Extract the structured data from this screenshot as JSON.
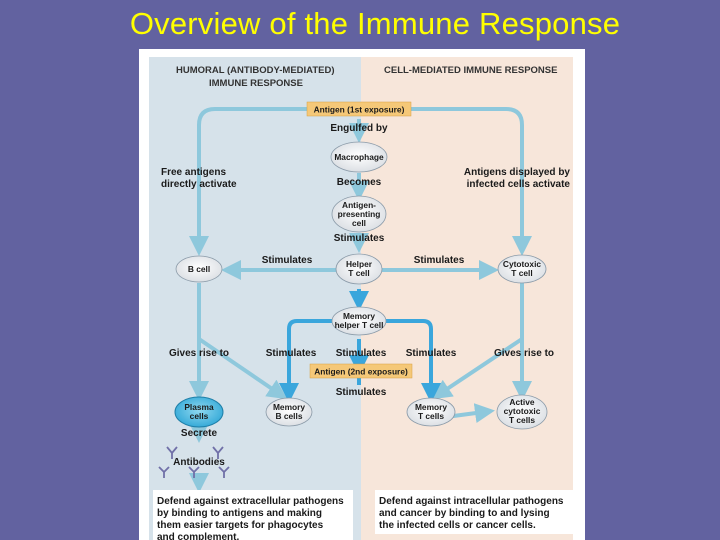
{
  "slide": {
    "title": "Overview of the Immune Response"
  },
  "diagram": {
    "humoral_header": {
      "line1": "HUMORAL (ANTIBODY-MEDIATED)",
      "line2": "IMMUNE RESPONSE"
    },
    "cell_header": "CELL-MEDIATED IMMUNE RESPONSE",
    "antigen_first": "Antigen (1st exposure)",
    "engulfed_by": "Engulfed by",
    "macrophage": "Macrophage",
    "becomes": "Becomes",
    "apc": {
      "line1": "Antigen-",
      "line2": "presenting",
      "line3": "cell"
    },
    "stimulates_apc": "Stimulates",
    "free_antigens": {
      "line1": "Free antigens",
      "line2": "directly activate"
    },
    "antigens_displayed": {
      "line1": "Antigens displayed by",
      "line2": "infected cells activate"
    },
    "b_cell": "B cell",
    "stimulates_left": "Stimulates",
    "stimulates_right": "Stimulates",
    "helper_t": {
      "line1": "Helper",
      "line2": "T cell"
    },
    "cytotoxic_t": {
      "line1": "Cytotoxic",
      "line2": "T cell"
    },
    "memory_helper": {
      "line1": "Memory",
      "line2": "helper T cell"
    },
    "gives_rise_left": "Gives rise to",
    "gives_rise_right": "Gives rise to",
    "stimulates_row_left": "Stimulates",
    "stimulates_row_center": "Stimulates",
    "stimulates_row_right": "Stimulates",
    "antigen_second": "Antigen (2nd exposure)",
    "stimulates_below": "Stimulates",
    "plasma": {
      "line1": "Plasma",
      "line2": "cells"
    },
    "memory_b": {
      "line1": "Memory",
      "line2": "B cells"
    },
    "memory_t": {
      "line1": "Memory",
      "line2": "T cells"
    },
    "active_cytotoxic": {
      "line1": "Active",
      "line2": "cytotoxic",
      "line3": "T cells"
    },
    "secrete": "Secrete",
    "antibodies": "Antibodies",
    "humoral_defense": {
      "line1": "Defend against extracellular pathogens",
      "line2": "by binding to antigens and making",
      "line3": "them easier targets for phagocytes",
      "line4": "and complement."
    },
    "cell_defense": {
      "line1": "Defend against intracellular pathogens",
      "line2": "and cancer by binding to and lysing",
      "line3": "the infected cells or cancer cells."
    },
    "colors": {
      "humoral_bg": "#d6e2ea",
      "cell_bg": "#f7e6da",
      "arrow": "#8ec8dc",
      "arrow_bright": "#3aa6dc",
      "antigen_box": "#f5c878",
      "title": "#ffff00",
      "slide_bg": "#6262a0"
    }
  }
}
